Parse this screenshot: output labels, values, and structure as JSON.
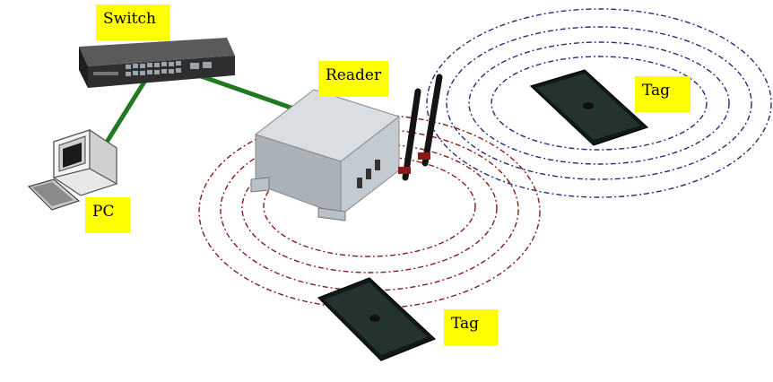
{
  "labels": {
    "switch": "Switch",
    "reader": "Reader",
    "pc": "PC",
    "tag_top": "Tag",
    "tag_bottom": "Tag"
  },
  "colors": {
    "label_bg": "#ffff00",
    "cable": "#1f7a1f",
    "field_reader": "#8b1a1a",
    "field_tag": "#2a2a7a",
    "tag_body": "#1c2a28",
    "reader_body": "#b9c0c6",
    "switch_body": "#3a3a3a"
  },
  "icons": [
    "network-switch-icon",
    "rfid-reader-icon",
    "desktop-pc-icon",
    "keyboard-icon",
    "rfid-tag-icon",
    "antenna-icon"
  ]
}
